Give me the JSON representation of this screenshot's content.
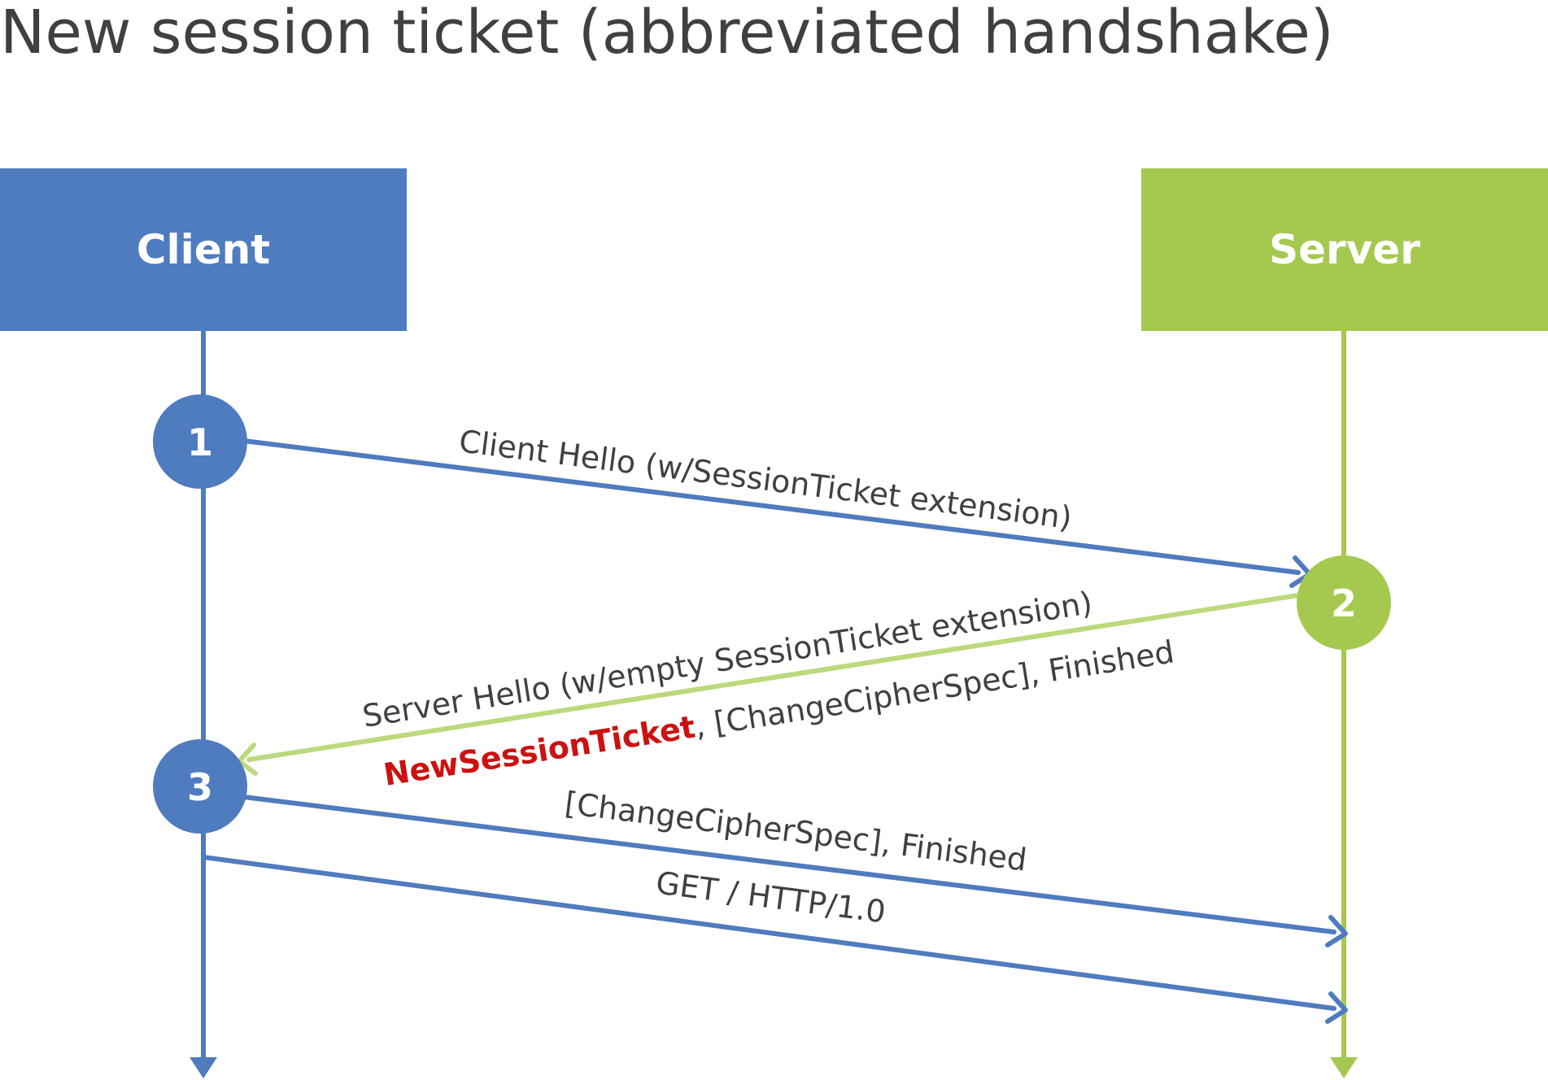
{
  "title": "New session ticket (abbreviated handshake)",
  "actors": {
    "client": {
      "label": "Client",
      "color": "#4f7bbf"
    },
    "server": {
      "label": "Server",
      "color": "#a5c84e"
    }
  },
  "steps": [
    {
      "num": "1"
    },
    {
      "num": "2"
    },
    {
      "num": "3"
    }
  ],
  "messages": [
    {
      "label": "Client Hello (w/SessionTicket extension)",
      "direction": "client-to-server"
    },
    {
      "label": "Server Hello (w/empty SessionTicket extension)",
      "highlight": "NewSessionTicket",
      "rest": ", [ChangeCipherSpec], Finished",
      "direction": "server-to-client"
    },
    {
      "label": "[ChangeCipherSpec], Finished",
      "direction": "client-to-server"
    },
    {
      "label": "GET / HTTP/1.0",
      "direction": "client-to-server"
    }
  ]
}
